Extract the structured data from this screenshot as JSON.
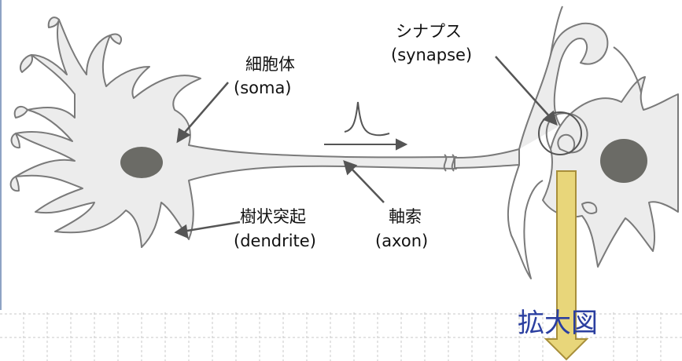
{
  "labels": {
    "soma_ja": "細胞体",
    "soma_en": "(soma)",
    "dendrite_ja": "樹状突起",
    "dendrite_en": "(dendrite)",
    "axon_ja": "軸索",
    "axon_en": "(axon)",
    "synapse_ja": "シナプス",
    "synapse_en": "(synapse)",
    "zoom": "拡大図"
  },
  "colors": {
    "cell_fill": "#ececec",
    "cell_outline": "#7a7a7a",
    "nucleus": "#6b6b66",
    "arrow_fill": "#e8d67a",
    "arrow_stroke": "#a88f3a",
    "zoom_text": "#2b3fa0",
    "grid": "#c9c9c9"
  },
  "icons": [
    "big-down-arrow-icon",
    "pulse-icon",
    "axon-break-icon"
  ]
}
